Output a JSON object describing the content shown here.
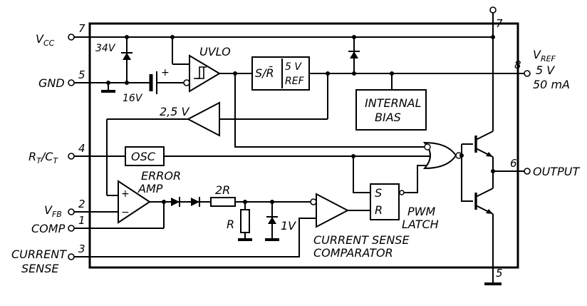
{
  "pins": {
    "vcc": {
      "label": "V",
      "sub": "CC",
      "number": "7"
    },
    "gnd": {
      "label": "GND",
      "number": "5"
    },
    "rtct": {
      "label_a": "R",
      "sub_a": "T",
      "slash": "/C",
      "sub_b": "T",
      "number": "4"
    },
    "vfb": {
      "label": "V",
      "sub": "FB",
      "number": "2"
    },
    "comp": {
      "label": "COMP",
      "number": "1"
    },
    "current_sense": {
      "line1": "CURRENT",
      "line2": "SENSE",
      "number": "3"
    },
    "vref": {
      "label": "V",
      "sub": "REF",
      "number": "8",
      "value": "5 V",
      "current": "50 mA"
    },
    "output": {
      "label": "OUTPUT",
      "number": "6"
    },
    "top_vcc": {
      "number": "7"
    },
    "bottom_gnd": {
      "number": "5"
    }
  },
  "blocks": {
    "uvlo": "UVLO",
    "sr_label": "S/R̄",
    "ref_line1": "5 V",
    "ref_line2": "REF",
    "internal_bias_line1": "INTERNAL",
    "internal_bias_line2": "BIAS",
    "osc": "OSC",
    "error_amp_line1": "ERROR",
    "error_amp_line2": "AMP",
    "plus": "+",
    "minus": "−",
    "latch_s": "S",
    "latch_r": "R",
    "pwm_latch_line1": "PWM",
    "pwm_latch_line2": "LATCH",
    "cs_comparator_line1": "CURRENT SENSE",
    "cs_comparator_line2": "COMPARATOR"
  },
  "components": {
    "zener_34v": "34V",
    "battery_16v": "16V",
    "battery_plus": "+",
    "ref_2v5": "2,5 V",
    "resistor_2r": "2R",
    "resistor_r": "R",
    "zener_1v": "1V"
  }
}
